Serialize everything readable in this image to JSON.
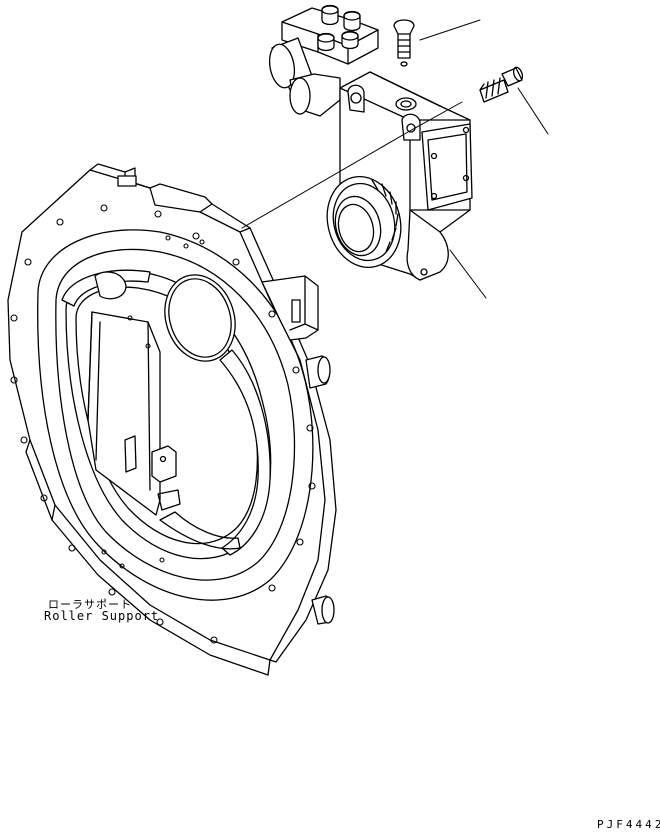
{
  "labels": {
    "part_name_jp": "ローラサポート",
    "part_name_en": "Roller Support",
    "drawing_code": "PJF4442"
  },
  "colors": {
    "line": "#000000",
    "background": "#ffffff"
  }
}
